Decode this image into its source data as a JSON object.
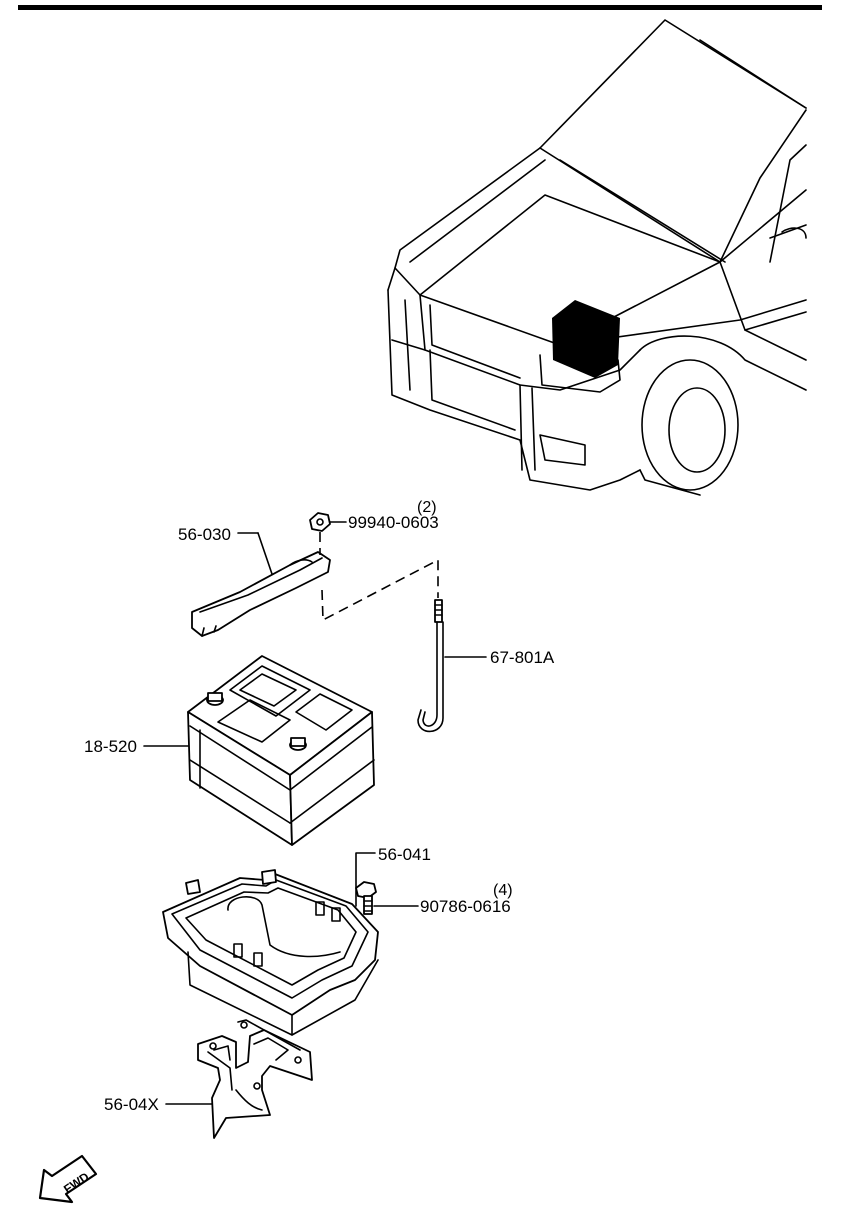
{
  "callouts": {
    "bracket_hold_down": {
      "part_number": "56-030"
    },
    "nut": {
      "part_number": "99940-0603",
      "quantity": "(2)"
    },
    "hold_down_rod": {
      "part_number": "67-801A"
    },
    "battery": {
      "part_number": "18-520"
    },
    "battery_tray": {
      "part_number": "56-041"
    },
    "bolt": {
      "part_number": "90786-0616",
      "quantity": "(4)"
    },
    "tray_support": {
      "part_number": "56-04X"
    }
  },
  "fwd_indicator": {
    "label": "FWD",
    "icon": "forward-arrow-icon"
  },
  "highlight_color": "#000000"
}
